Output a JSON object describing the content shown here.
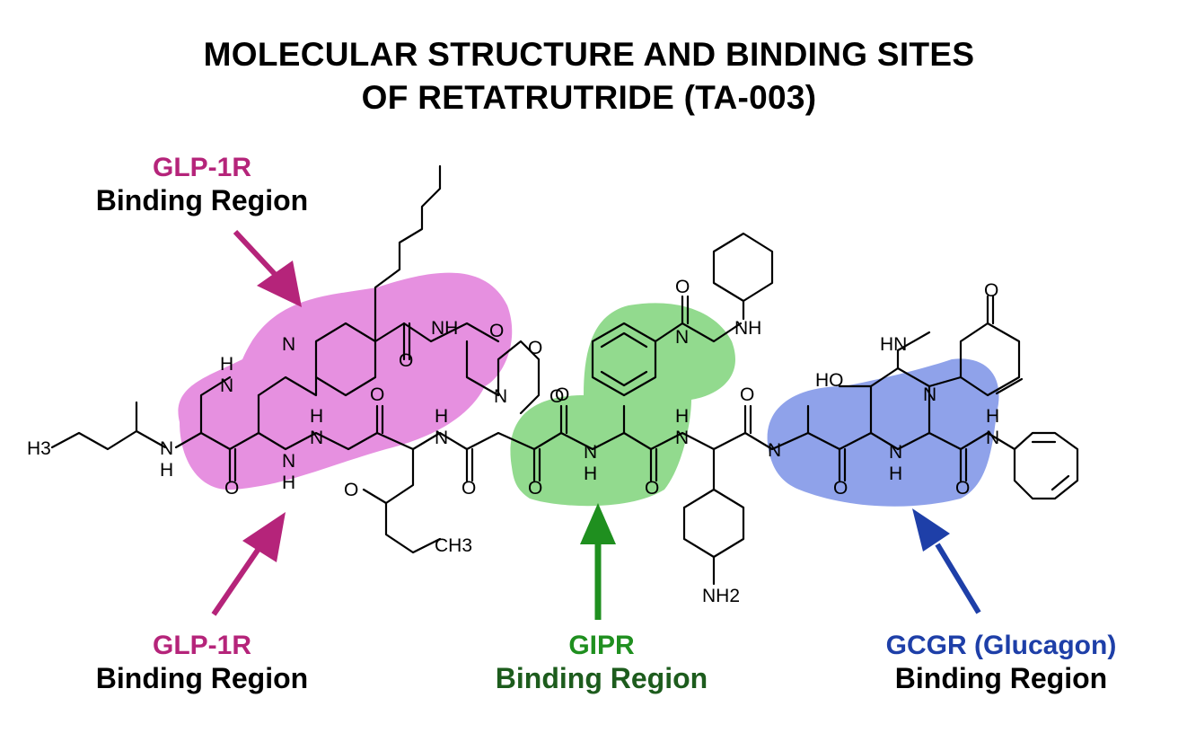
{
  "title": {
    "line1": "MOLECULAR STRUCTURE AND BINDING SITES",
    "line2": "OF RETATRUTRIDE (TA-003)"
  },
  "labels": {
    "glp1_top": {
      "name": "GLP-1R",
      "sub": "Binding Region"
    },
    "glp1_bottom": {
      "name": "GLP-1R",
      "sub": "Binding Region"
    },
    "gipr": {
      "name": "GIPR",
      "sub": "Binding Region"
    },
    "gcgr": {
      "name": "GCGR (Glucagon)",
      "sub": "Binding Region"
    }
  },
  "atoms": {
    "h3": "H3",
    "n": "N",
    "h": "H",
    "nh": "NH",
    "hn": "HN",
    "o": "O",
    "ho": "HO",
    "ch3": "CH3",
    "nh2": "NH2"
  },
  "colors": {
    "glp1": "#b5247a",
    "glp1_fill": "#e27ddb",
    "gipr": "#1f8f1f",
    "gipr_fill": "#7fd37a",
    "gcgr": "#1e3fa8",
    "gcgr_fill": "#7b92e6",
    "sub_gipr": "#1d5c1d"
  },
  "icons": {
    "glp1_top_arrow": "arrow-down-right-icon",
    "glp1_bottom_arrow": "arrow-up-right-icon",
    "gipr_arrow": "arrow-up-icon",
    "gcgr_arrow": "arrow-up-left-icon"
  }
}
